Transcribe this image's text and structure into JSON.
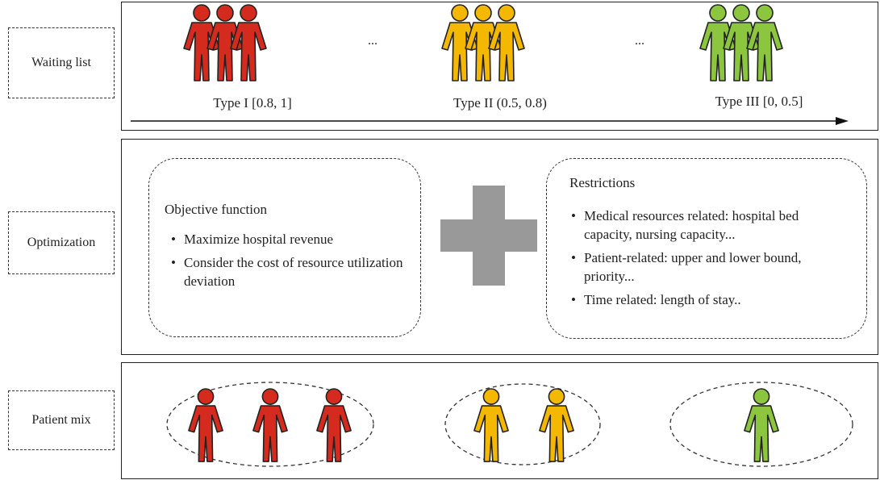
{
  "row_labels": {
    "waiting_list": "Waiting list",
    "optimization": "Optimization",
    "patient_mix": "Patient mix"
  },
  "waiting_list": {
    "groups": [
      {
        "label": "Type I [0.8, 1]",
        "color": "#d42b1e",
        "count": 3
      },
      {
        "label": "Type II (0.5, 0.8)",
        "color": "#f5b800",
        "count": 3
      },
      {
        "label": "Type III [0, 0.5]",
        "color": "#8cc63f",
        "count": 3
      }
    ],
    "separators": [
      "...",
      "..."
    ]
  },
  "optimization": {
    "objective": {
      "title": "Objective function",
      "items": [
        "Maximize hospital revenue",
        "Consider the cost of resource utilization deviation"
      ]
    },
    "plus_color": "#999999",
    "restrictions": {
      "title": "Restrictions",
      "items": [
        "Medical resources related: hospital bed capacity, nursing capacity...",
        "Patient-related: upper and lower bound, priority...",
        "Time related: length of stay.."
      ]
    }
  },
  "patient_mix": {
    "groups": [
      {
        "color": "#d42b1e",
        "count": 3
      },
      {
        "color": "#f5b800",
        "count": 2
      },
      {
        "color": "#8cc63f",
        "count": 1
      }
    ]
  }
}
